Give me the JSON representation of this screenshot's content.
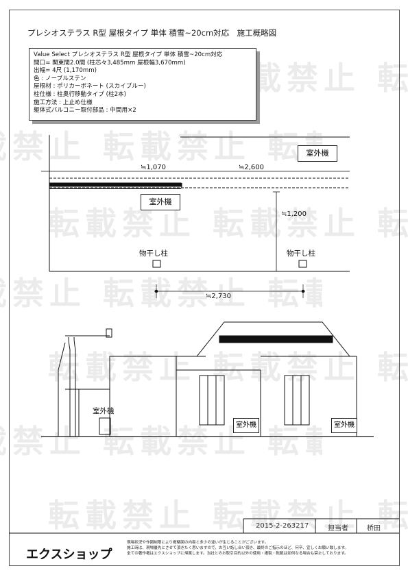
{
  "title": "プレシオステラス R型 屋根タイプ 単体 積雪~20cm対応　施工概略図",
  "spec_lines": [
    "Value Select プレシオステラス R型 屋根タイプ 単体 積雪~20cm対応",
    "間口= 関東間2.0間 (柱芯々3,485mm 屋根幅3,670mm)",
    "出幅= 4尺 (1,170mm)",
    "色 : ノーブルステン",
    "屋根材 : ポリカーボネート (スカイブルー)",
    "柱仕様 : 柱奥行移動タイプ (柱2本)",
    "施工方法 : 上止め仕様",
    "躯体式バルコニー取付部品 : 中間用×2"
  ],
  "plan": {
    "dim_left": "≒1,070",
    "dim_right": "≒2,600",
    "dim_height": "≒1,200",
    "dim_bottom": "≒2,730",
    "ac_label": "室外機",
    "post_label": "物干し柱"
  },
  "elevation": {
    "ac_left_label": "室外機",
    "ac_label": "室外機"
  },
  "title_block": {
    "doc_no": "2015-2-263217",
    "person_label": "担当者",
    "person": "桥田"
  },
  "footer": {
    "logo": "エクスショップ",
    "notice_lines": [
      "現場状況や作図制限により概略図の内容と多少の違いが生じることがございます。",
      "施工時は、現場優先とさせて頂きたく思いますので、お互い話し合い頂き、最終のご指示のほど、何卒、宜しくお願い致します。",
      "全ての著作権はエクスショップに帰属します。当社とのお取引目的以外の使用・複製・転載は如何なる場合も禁止しております。"
    ]
  },
  "watermark": "転載禁止"
}
